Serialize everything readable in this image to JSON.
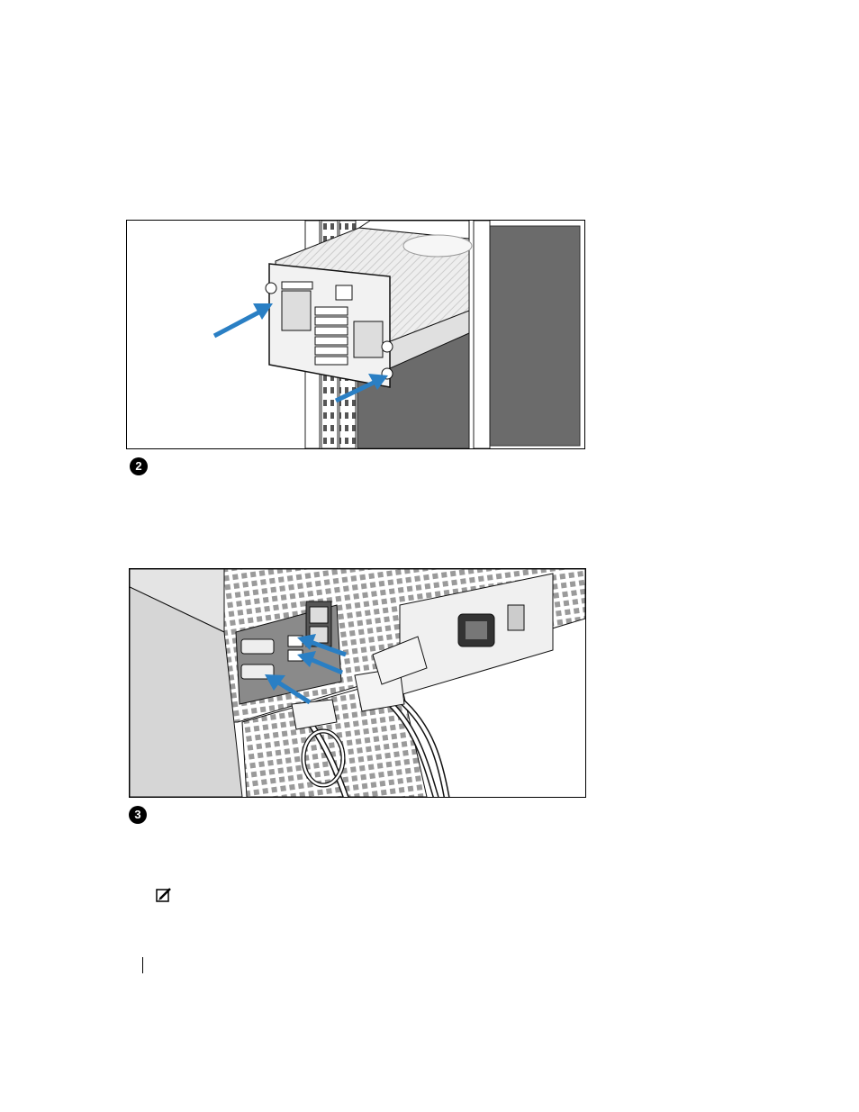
{
  "steps": [
    {
      "number": "2"
    },
    {
      "number": "3"
    }
  ],
  "figures": [
    {
      "icon": "rack-server-installation-illustration"
    },
    {
      "icon": "rear-panel-cable-connection-illustration"
    }
  ],
  "note": {
    "icon": "note-pencil-icon"
  },
  "colors": {
    "arrow": "#2a7fc4",
    "rack_dark": "#6b6b6b",
    "rack_light": "#d9d9d9",
    "outline": "#000000"
  }
}
